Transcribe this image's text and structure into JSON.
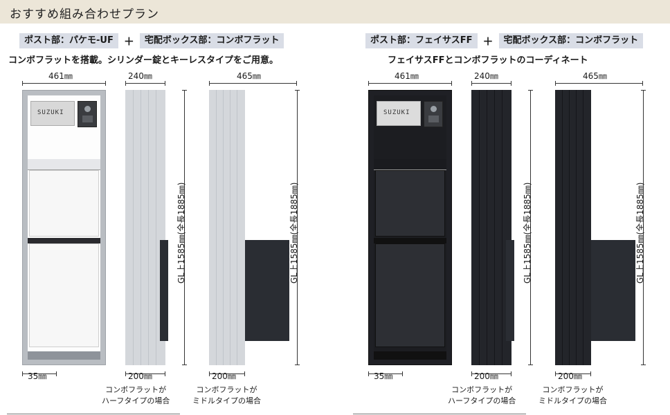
{
  "header": {
    "title": "おすすめ組み合わせプラン"
  },
  "plans": [
    {
      "post_label": "ポスト部：パケモ-UF",
      "plus": "＋",
      "delivery_label": "宅配ボックス部：コンボフラット",
      "description": "コンボフラットを搭載。シリンダー錠とキーレスタイプをご用意。",
      "widths": {
        "post": "461㎜",
        "half": "240㎜",
        "middle": "465㎜"
      },
      "bottoms": {
        "post": "35㎜",
        "half": "200㎜",
        "middle": "200㎜"
      },
      "height_note": "GL上1585㎜(全長1885㎜)",
      "brand": "SUZUKI",
      "captions": {
        "half": "コンボフラットが\nハーフタイプの場合",
        "middle": "コンボフラットが\nミドルタイプの場合"
      },
      "colors": {
        "frame": "#b9bdc2",
        "body": "#f6f6f6",
        "pillar": "#d4d7db",
        "accent": "#2a2d33"
      }
    },
    {
      "post_label": "ポスト部：フェイサスFF",
      "plus": "＋",
      "delivery_label": "宅配ボックス部：コンボフラット",
      "description": "フェイサスFFとコンボフラットのコーディネート",
      "widths": {
        "post": "461㎜",
        "half": "240㎜",
        "middle": "465㎜"
      },
      "bottoms": {
        "post": "35㎜",
        "half": "200㎜",
        "middle": "200㎜"
      },
      "height_note": "GL上1585㎜(全長1885㎜)",
      "brand": "SUZUKI",
      "captions": {
        "half": "コンボフラットが\nハーフタイプの場合",
        "middle": "コンボフラットが\nミドルタイプの場合"
      },
      "colors": {
        "frame": "#1f2025",
        "body": "#2c2e33",
        "pillar": "#23252a",
        "accent": "#2a2d33"
      }
    }
  ]
}
